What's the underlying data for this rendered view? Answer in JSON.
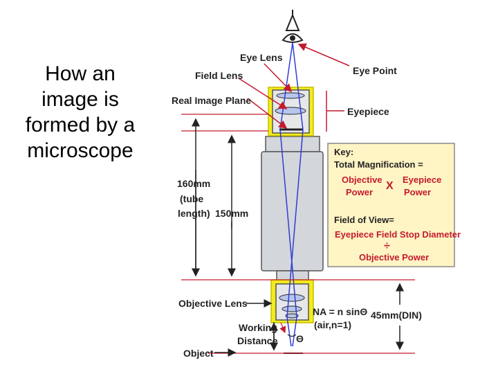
{
  "slide": {
    "title_lines": [
      "How an",
      "image is",
      "formed by a",
      "microscope"
    ]
  },
  "diagram": {
    "labels": {
      "eye_lens": "Eye Lens",
      "eye_point": "Eye Point",
      "field_lens": "Field Lens",
      "real_image_plane": "Real Image Plane",
      "eyepiece": "Eyepiece",
      "tube_160": "160mm",
      "tube_text": "(tube",
      "tube_length": "length)",
      "tube_150": "150mm",
      "objective_lens": "Objective Lens",
      "working": "Working",
      "distance": "Distance",
      "object": "Object",
      "na_formula": "NA = n sinΘ",
      "na_air": "(air,n=1)",
      "din": "45mm(DIN)",
      "theta": "Θ"
    },
    "key": {
      "title": "Key:",
      "total_mag": "Total Magnification =",
      "objective": "Objective",
      "power": "Power",
      "times": "X",
      "eyepiece": "Eyepiece",
      "eyepiece_power": "Power",
      "fov": "Field of View=",
      "fov_formula": "Eyepiece Field Stop Diameter",
      "divide": "÷",
      "obj_power": "Objective Power"
    },
    "colors": {
      "tube_gray": "#d3d6da",
      "highlight": "#f2ec1c",
      "arrow_red": "#c41a2e",
      "ray_blue": "#2e3bd6",
      "key_bg": "#fff4c4"
    }
  }
}
